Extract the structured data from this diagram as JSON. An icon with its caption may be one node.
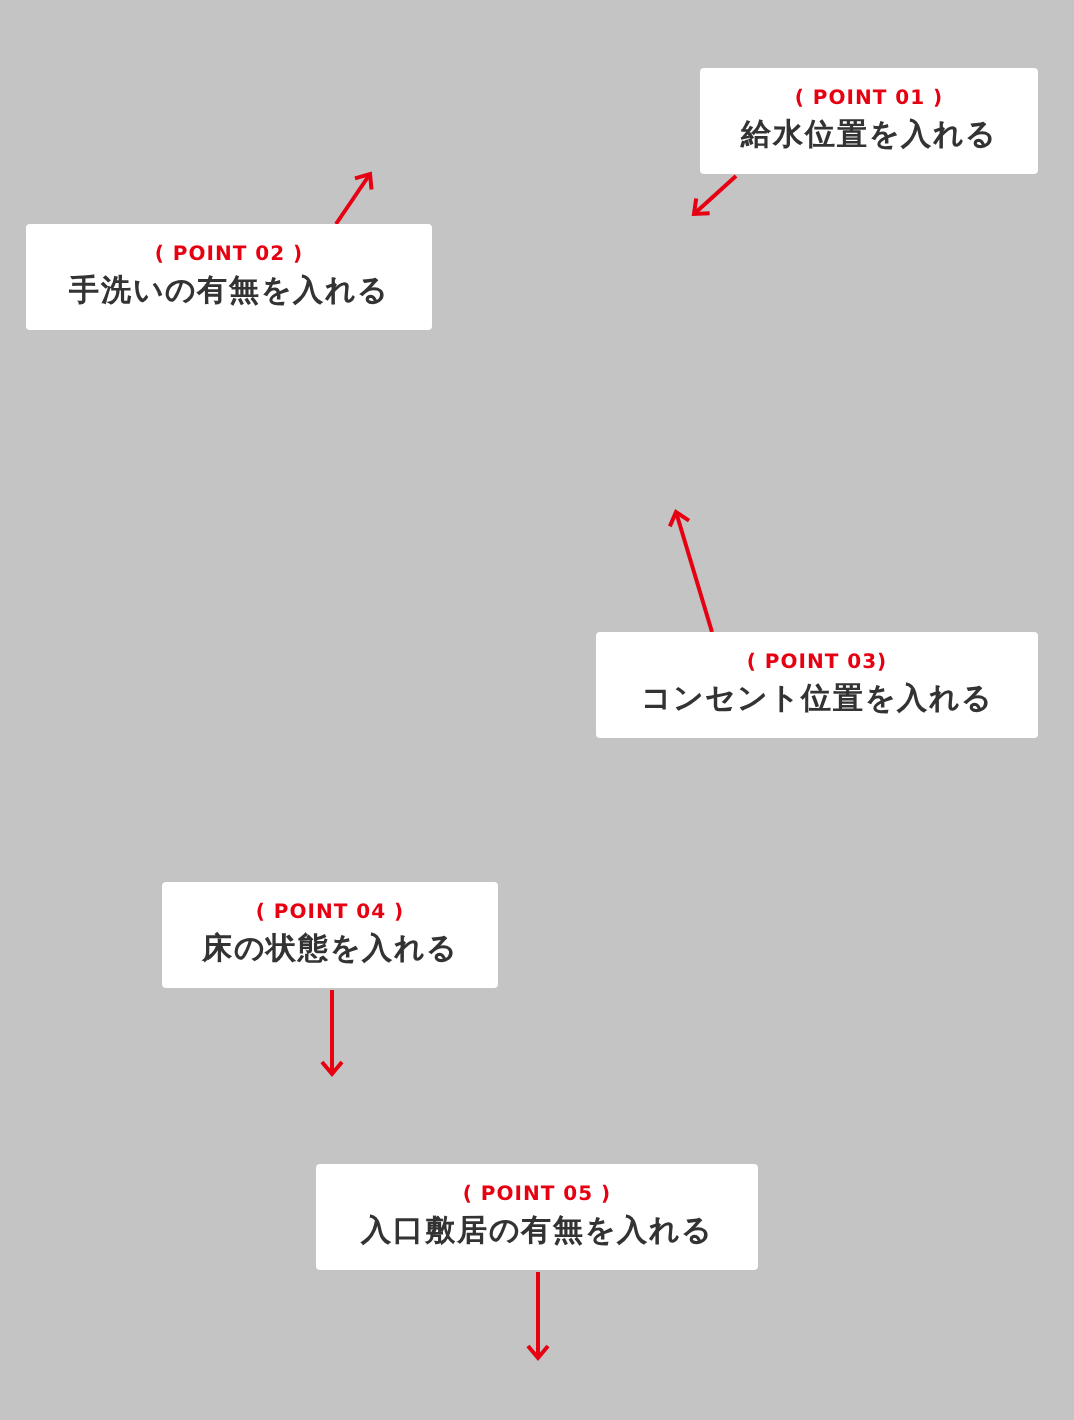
{
  "diagram": {
    "nodes": [
      {
        "text": [
          "( POINT 01 )",
          "給水位置を入れる"
        ]
      },
      {
        "text": [
          "( POINT 02 )",
          "手洗いの有無を入れる"
        ]
      },
      {
        "text": [
          "( POINT 03)",
          "コンセント位置を入れる"
        ]
      },
      {
        "text": [
          "( POINT 04 )",
          "床の状態を入れる"
        ]
      },
      {
        "text": [
          "( POINT 05 )",
          "入口敷居の有無を入れる"
        ]
      }
    ],
    "edges": [
      {
        "from": 0,
        "to": null,
        "arrow": "to"
      },
      {
        "from": 1,
        "to": null,
        "arrow": "to"
      },
      {
        "from": 2,
        "to": null,
        "arrow": "to"
      },
      {
        "from": 3,
        "to": null,
        "arrow": "to"
      },
      {
        "from": 4,
        "to": null,
        "arrow": "to"
      }
    ]
  }
}
